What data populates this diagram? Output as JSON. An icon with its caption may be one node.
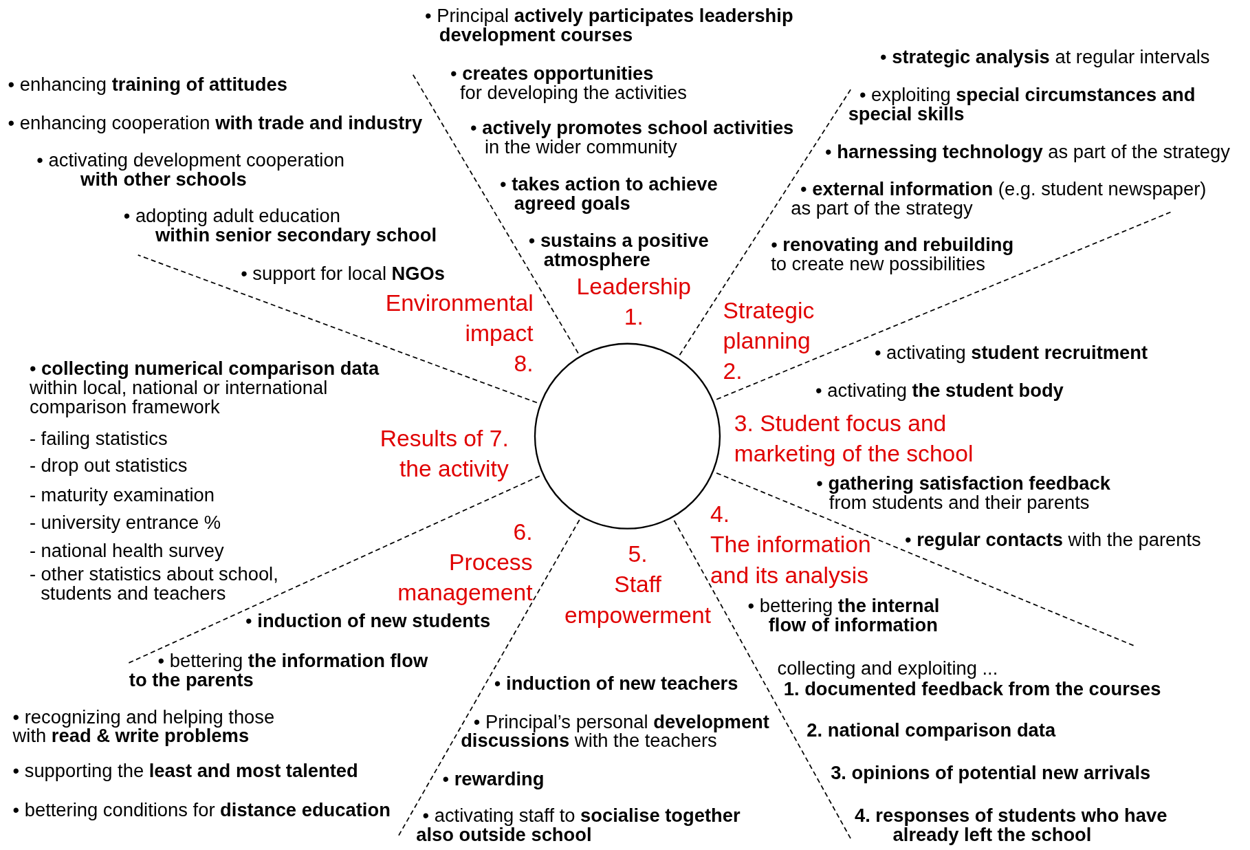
{
  "diagram": {
    "nodes": [
      {
        "text": [],
        "shape": "circle"
      }
    ],
    "labels": [
      "• Principal **actively participates leadership development courses**",
      "• **creates opportunities** for developing the activities",
      "• **actively promotes school activities** in the wider community",
      "• **takes action to achieve agreed goals**",
      "• **sustains a positive atmosphere**",
      "• **strategic analysis** at regular intervals",
      "• exploiting **special circumstances and special skills**",
      "• **harnessing technology** as part of the strategy",
      "• **external information** (e.g. student newspaper) as part of the strategy",
      "• **renovating and rebuilding** to create new possibilities",
      "• activating **student recruitment**",
      "• activating **the student body**",
      "• **gathering satisfaction feedback** from students and their parents",
      "• **regular contacts** with the parents",
      "• bettering **the internal flow of information**",
      "collecting and exploiting ...",
      "1. documented feedback from the courses",
      "2. national comparison data",
      "3. opinions of potential new arrivals",
      "4. responses of students who have already left the school",
      "• **induction of new teachers**",
      "• Principal’s personal **development discussions** with the teachers",
      "• **rewarding**",
      "• activating staff to **socialise together also outside school**",
      "• **induction of new students**",
      "• bettering **the information flow to the parents**",
      "• recognizing and helping those with **read & write problems**",
      "• supporting the **least and most talented**",
      "• bettering conditions for **distance education**",
      "• **collecting numerical comparison data** within local, national or international comparison framework",
      "- failing statistics",
      "- drop out statistics",
      "- maturity examination",
      "- university entrance %",
      "- national health survey",
      "- other statistics about school, students and teachers",
      "• enhancing **training of attitudes**",
      "• enhancing cooperation **with trade and industry**",
      "• activating development cooperation **with other schools**",
      "• adopting adult education **within senior secondary school**",
      "• support for local **NGOs**",
      "Leadership 1.",
      "Strategic planning 2.",
      "3. Student focus and marketing of the school",
      "4. The information and its analysis",
      "5. Staff empowerment",
      "6. Process management",
      "Results of 7. the activity",
      "Environmental impact 8."
    ]
  }
}
